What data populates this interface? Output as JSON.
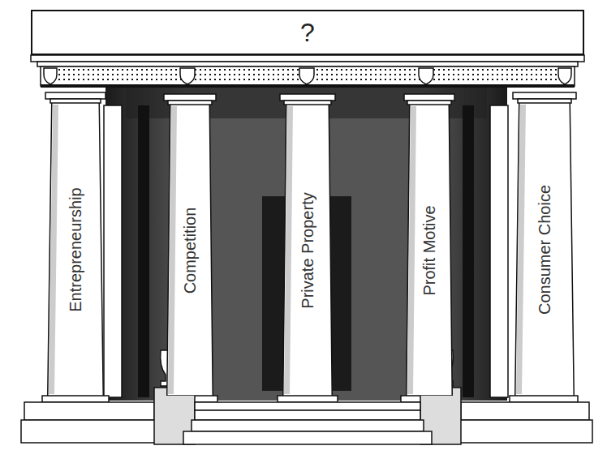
{
  "diagram": {
    "nodes": [
      {
        "text": [
          "?"
        ]
      },
      {
        "text": [
          "Entrepreneurship"
        ]
      },
      {
        "text": [
          "Competition"
        ]
      },
      {
        "text": [
          "Private Property"
        ]
      },
      {
        "text": [
          "Profit Motive"
        ]
      },
      {
        "text": [
          "Consumer Choice"
        ]
      }
    ]
  }
}
